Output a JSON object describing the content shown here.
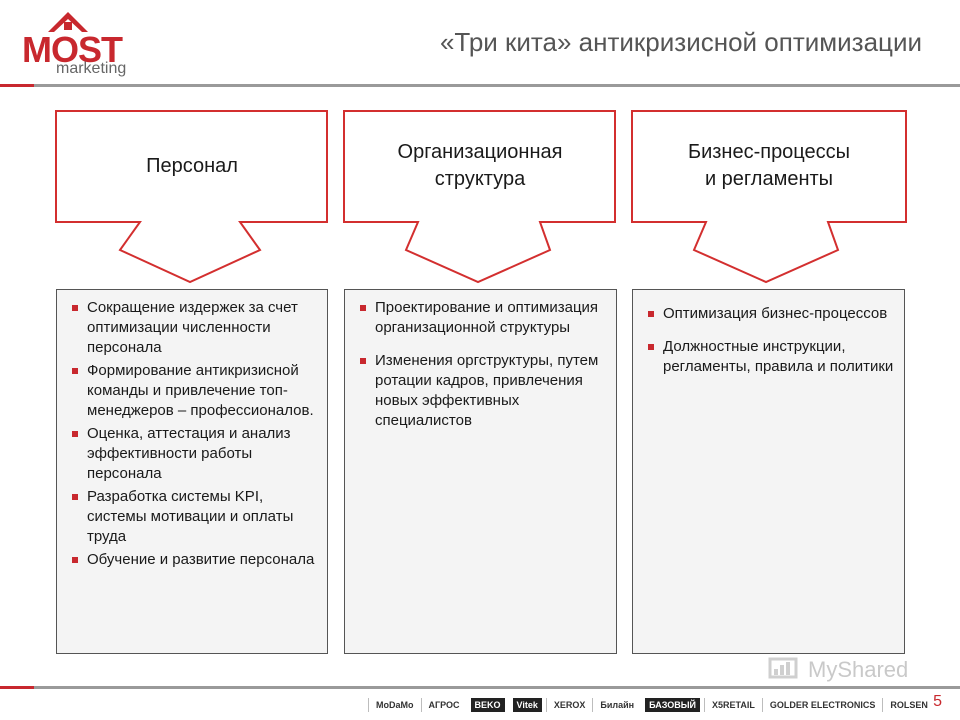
{
  "header": {
    "logo": {
      "brand": "MOST",
      "sub": "marketing"
    },
    "title": "«Три кита» антикризисной оптимизации"
  },
  "colors": {
    "accent": "#c8282e",
    "gray_rule": "#9a9a9a",
    "box_bg": "#f4f4f4"
  },
  "pillars": [
    {
      "label_lines": [
        "Персонал"
      ],
      "items": [
        "Сокращение издержек за счет оптимизации численности персонала",
        "Формирование антикризисной команды и привлечение топ-менеджеров – профессионалов.",
        "Оценка, аттестация и анализ эффективности работы персонала",
        "Разработка системы KPI, системы мотивации и оплаты труда",
        "Обучение и развитие персонала"
      ]
    },
    {
      "label_lines": [
        "Организационная",
        "структура"
      ],
      "items": [
        "Проектирование и оптимизация организационной структуры",
        "Изменения оргструктуры, путем ротации кадров, привлечения новых эффективных специалистов"
      ]
    },
    {
      "label_lines": [
        "Бизнес-процессы",
        "и регламенты"
      ],
      "items": [
        "Оптимизация бизнес-процессов",
        "Должностные инструкции, регламенты, правила и политики"
      ]
    }
  ],
  "footer": {
    "watermark": "MyShared",
    "partners": [
      "MoDaMo",
      "АГРОС",
      "BEKO",
      "Vitek",
      "XEROX",
      "Билайн",
      "БАЗОВЫЙ",
      "X5RETAIL",
      "GOLDER ELECTRONICS",
      "ROLSEN"
    ],
    "page_number": "5"
  }
}
